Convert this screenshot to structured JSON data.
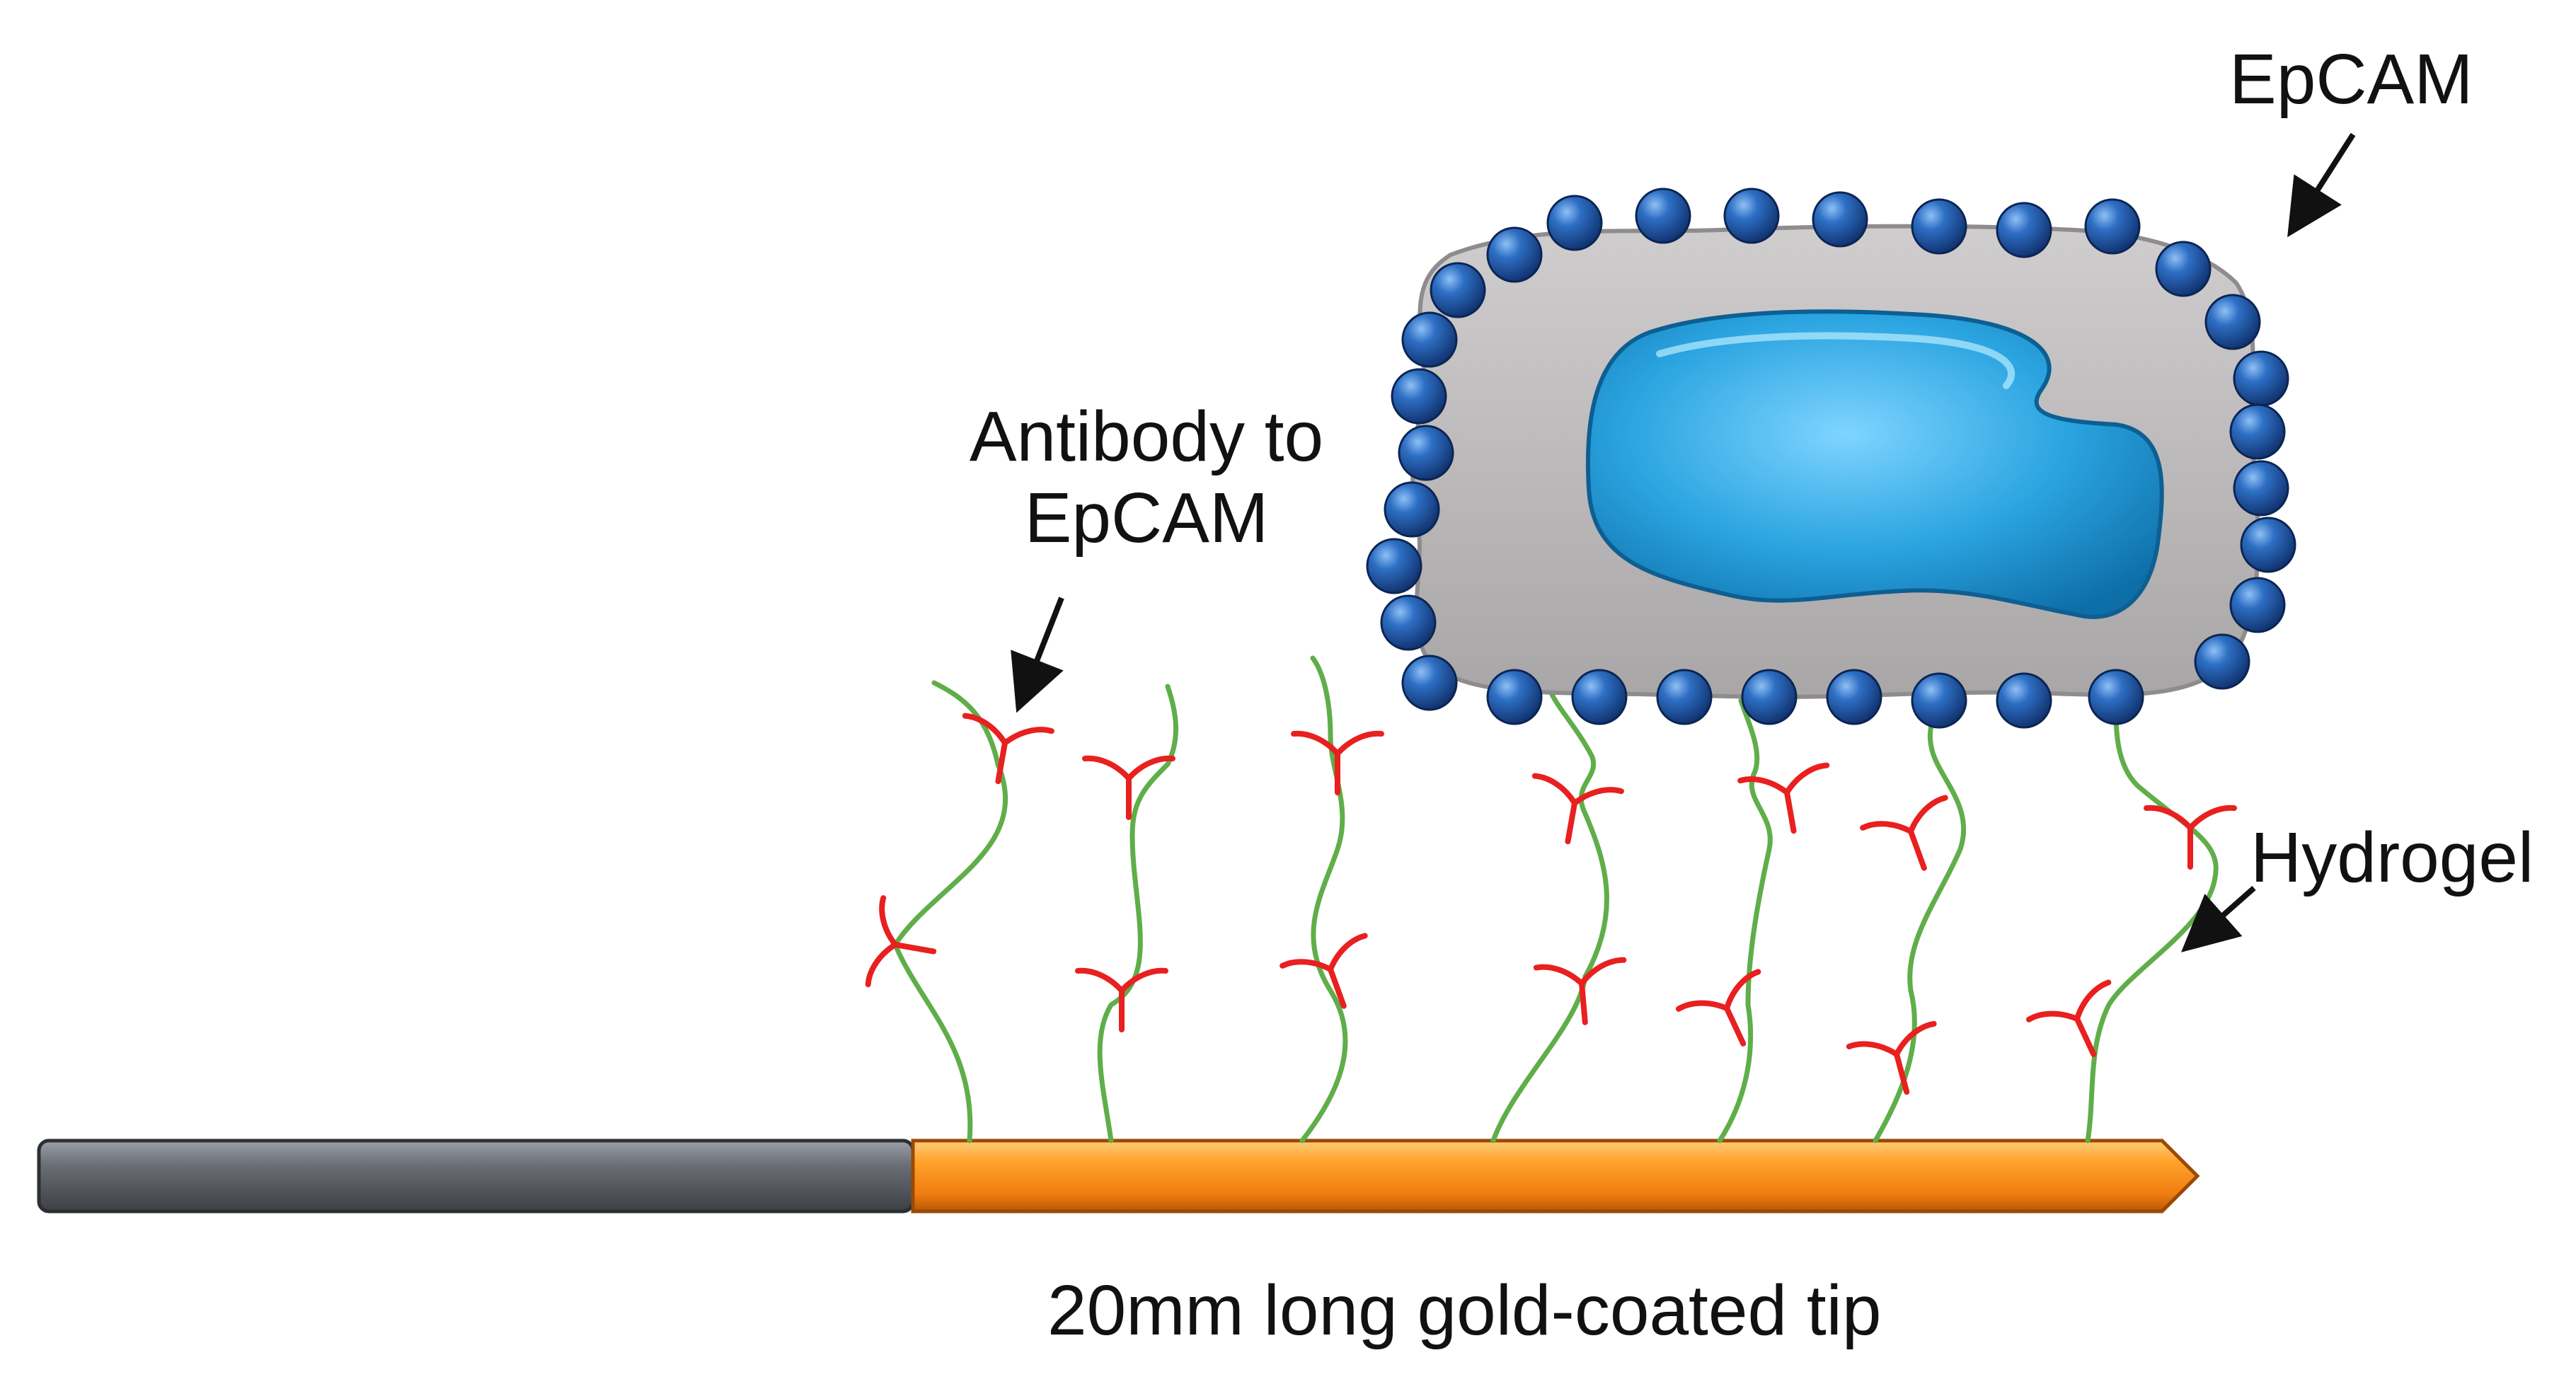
{
  "labels": {
    "epcam": "EpCAM",
    "antibody_line1": "Antibody to",
    "antibody_line2": "EpCAM",
    "hydrogel": "Hydrogel",
    "tip": "20mm long gold-coated tip"
  },
  "colors": {
    "rod_dark": "#55585e",
    "rod_gold": "#f07e10",
    "cell_body": "#b9b6b7",
    "nucleus": "#2aa4e0",
    "epcam_bead": "#1f58a8",
    "hydrogel_strand": "#5fae4a",
    "antibody": "#e8201f",
    "arrow": "#111111"
  }
}
